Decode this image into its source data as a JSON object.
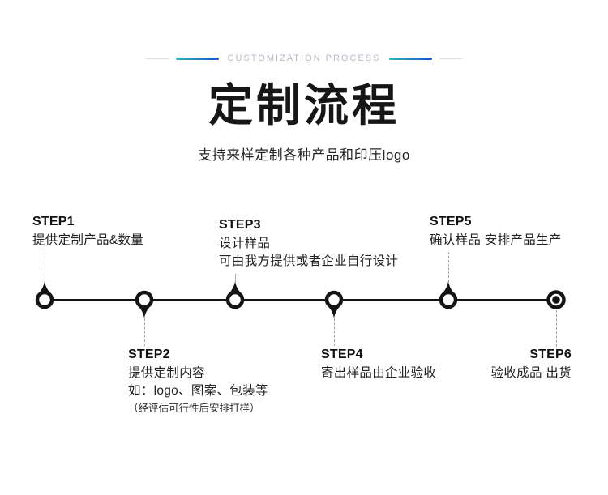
{
  "header": {
    "label": "CUSTOMIZATION PROCESS"
  },
  "title": "定制流程",
  "subtitle": "支持来样定制各种产品和印压logo",
  "colors": {
    "accent_teal": "#2BB8B2",
    "accent_blue": "#1D50D0",
    "divider_gray": "#DDE2E7",
    "header_text": "#B5BCC6",
    "ink": "#141414",
    "dash_gray": "#A6A6A6"
  },
  "steps": [
    {
      "id": "STEP1",
      "lines": [
        "提供定制产品&数量"
      ]
    },
    {
      "id": "STEP2",
      "lines": [
        "提供定制内容",
        "如：logo、图案、包装等"
      ],
      "note": "（经评估可行性后安排打样）"
    },
    {
      "id": "STEP3",
      "lines": [
        "设计样品",
        "可由我方提供或者企业自行设计"
      ]
    },
    {
      "id": "STEP4",
      "lines": [
        "寄出样品由企业验收"
      ]
    },
    {
      "id": "STEP5",
      "lines": [
        "确认样品 安排产品生产"
      ]
    },
    {
      "id": "STEP6",
      "lines": [
        "验收成品 出货"
      ]
    }
  ]
}
